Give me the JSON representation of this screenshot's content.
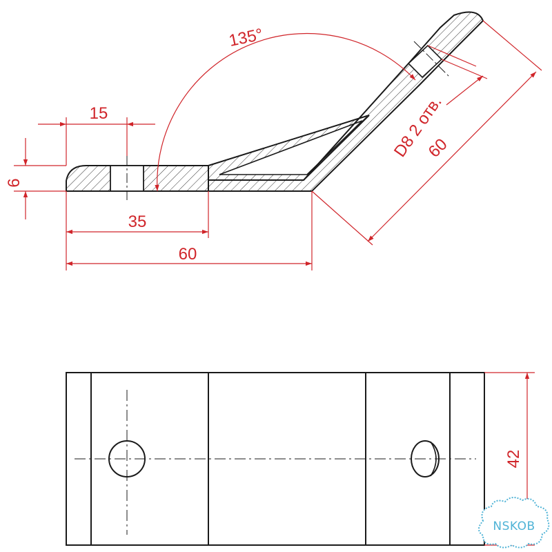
{
  "drawing": {
    "colors": {
      "outline": "#1a1a1a",
      "dimension": "#d0252a",
      "hatch": "#333333",
      "watermark": "#4fb3d6"
    },
    "dimensions": {
      "tab_thickness": "6",
      "hole_offset": "15",
      "tab_length": "35",
      "overall_length": "60",
      "bend_angle": "135°",
      "hole_spec": "D8 2 отв.",
      "arm_length": "60",
      "width": "42"
    },
    "watermark": "NSKOB"
  }
}
